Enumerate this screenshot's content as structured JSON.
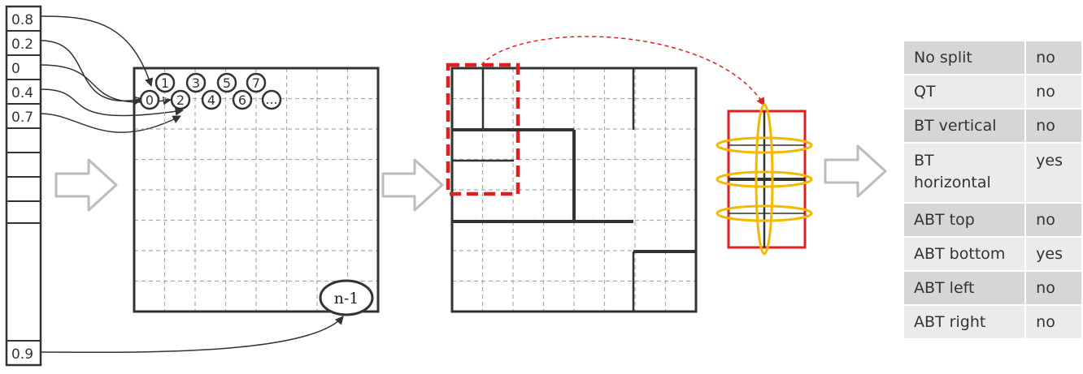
{
  "probabilities": [
    "0.8",
    "0.2",
    "0",
    "0.4",
    "0.7",
    "",
    "",
    "",
    "",
    "0.9"
  ],
  "nodes_row1": [
    "1",
    "3",
    "5",
    "7"
  ],
  "nodes_row2": [
    "0",
    "2",
    "4",
    "6",
    "..."
  ],
  "last_node_label": "n-1",
  "split_table": {
    "rows": [
      {
        "mode": "No split",
        "allowed": "no"
      },
      {
        "mode": "QT",
        "allowed": "no"
      },
      {
        "mode": "BT vertical",
        "allowed": "no"
      },
      {
        "mode": "BT horizontal",
        "allowed": "yes"
      },
      {
        "mode": "ABT top",
        "allowed": "no"
      },
      {
        "mode": "ABT bottom",
        "allowed": "yes"
      },
      {
        "mode": "ABT left",
        "allowed": "no"
      },
      {
        "mode": "ABT right",
        "allowed": "no"
      }
    ]
  },
  "colors": {
    "line": "#333333",
    "grid": "#aaaaaa",
    "arrow_gray": "#bbbbbb",
    "highlight_red": "#e02020",
    "ellipse_yellow": "#f5b800"
  }
}
